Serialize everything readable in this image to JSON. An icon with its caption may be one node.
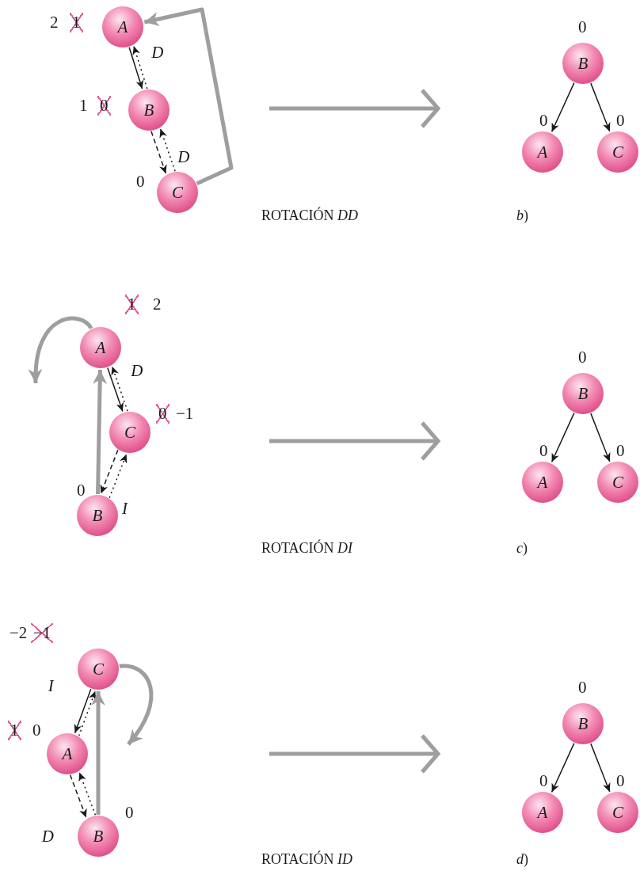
{
  "diagram": {
    "nodes": [
      {
        "text": [
          "A"
        ],
        "beside": [
          "2",
          "1"
        ]
      },
      {
        "text": [
          "B"
        ],
        "beside": [
          "1",
          "0"
        ]
      },
      {
        "text": [
          "C"
        ],
        "beside": [
          "0"
        ]
      },
      {
        "text": [
          "B"
        ],
        "beside": [
          "0"
        ]
      },
      {
        "text": [
          "A"
        ],
        "beside": [
          "0"
        ]
      },
      {
        "text": [
          "C"
        ],
        "beside": [
          "0"
        ]
      },
      {
        "text": [
          "A"
        ],
        "beside": [
          "1",
          "2"
        ]
      },
      {
        "text": [
          "C"
        ],
        "beside": [
          "0",
          "−1"
        ]
      },
      {
        "text": [
          "B"
        ],
        "beside": [
          "0"
        ]
      },
      {
        "text": [
          "B"
        ],
        "beside": [
          "0"
        ]
      },
      {
        "text": [
          "A"
        ],
        "beside": [
          "0"
        ]
      },
      {
        "text": [
          "C"
        ],
        "beside": [
          "0"
        ]
      },
      {
        "text": [
          "C"
        ],
        "beside": [
          "−2",
          "−1"
        ]
      },
      {
        "text": [
          "A"
        ],
        "beside": [
          "1",
          "0"
        ]
      },
      {
        "text": [
          "B"
        ],
        "beside": [
          "0"
        ]
      },
      {
        "text": [
          "B"
        ],
        "beside": [
          "0"
        ]
      },
      {
        "text": [
          "A"
        ],
        "beside": [
          "0"
        ]
      },
      {
        "text": [
          "C"
        ],
        "beside": [
          "0"
        ]
      }
    ],
    "edges": [
      {
        "from": 0,
        "to": 1,
        "arrow": "to",
        "label": "D"
      },
      {
        "from": 1,
        "to": 0,
        "arrow": "to",
        "style": "dashed"
      },
      {
        "from": 1,
        "to": 2,
        "arrow": "to",
        "style": "dashed",
        "label": "D"
      },
      {
        "from": 2,
        "to": 1,
        "arrow": "to",
        "style": "dashed"
      },
      {
        "from": 2,
        "to": 0,
        "arrow": "to",
        "style": "thick",
        "color": "#9e9e9e"
      },
      {
        "from": 3,
        "to": 4,
        "arrow": "to"
      },
      {
        "from": 3,
        "to": 5,
        "arrow": "to"
      },
      {
        "from": 6,
        "to": 7,
        "arrow": "to",
        "label": "D"
      },
      {
        "from": 7,
        "to": 6,
        "arrow": "to",
        "style": "dashed"
      },
      {
        "from": 7,
        "to": 8,
        "arrow": "to",
        "style": "dashed",
        "label": "I"
      },
      {
        "from": 8,
        "to": 7,
        "arrow": "to",
        "style": "dashed"
      },
      {
        "from": 8,
        "to": 6,
        "arrow": "to",
        "style": "thick",
        "color": "#9e9e9e"
      },
      {
        "from": 6,
        "to": null,
        "arrow": "to",
        "style": "thick",
        "color": "#9e9e9e"
      },
      {
        "from": 9,
        "to": 10,
        "arrow": "to"
      },
      {
        "from": 9,
        "to": 11,
        "arrow": "to"
      },
      {
        "from": 12,
        "to": 13,
        "arrow": "to",
        "label": "I"
      },
      {
        "from": 13,
        "to": 12,
        "arrow": "to",
        "style": "dashed"
      },
      {
        "from": 13,
        "to": 14,
        "arrow": "to",
        "style": "dashed",
        "label": "D"
      },
      {
        "from": 14,
        "to": 13,
        "arrow": "to",
        "style": "dashed"
      },
      {
        "from": 14,
        "to": 12,
        "arrow": "to",
        "style": "thick",
        "color": "#9e9e9e"
      },
      {
        "from": 12,
        "to": null,
        "arrow": "to",
        "style": "thick",
        "color": "#9e9e9e"
      },
      {
        "from": 15,
        "to": 16,
        "arrow": "to"
      },
      {
        "from": 15,
        "to": 17,
        "arrow": "to"
      }
    ],
    "labels": [
      "ROTACIÓN *DD*",
      "*b*)",
      "ROTACIÓN *DI*",
      "*c*)",
      "ROTACIÓN *ID*",
      "*d*)"
    ]
  }
}
